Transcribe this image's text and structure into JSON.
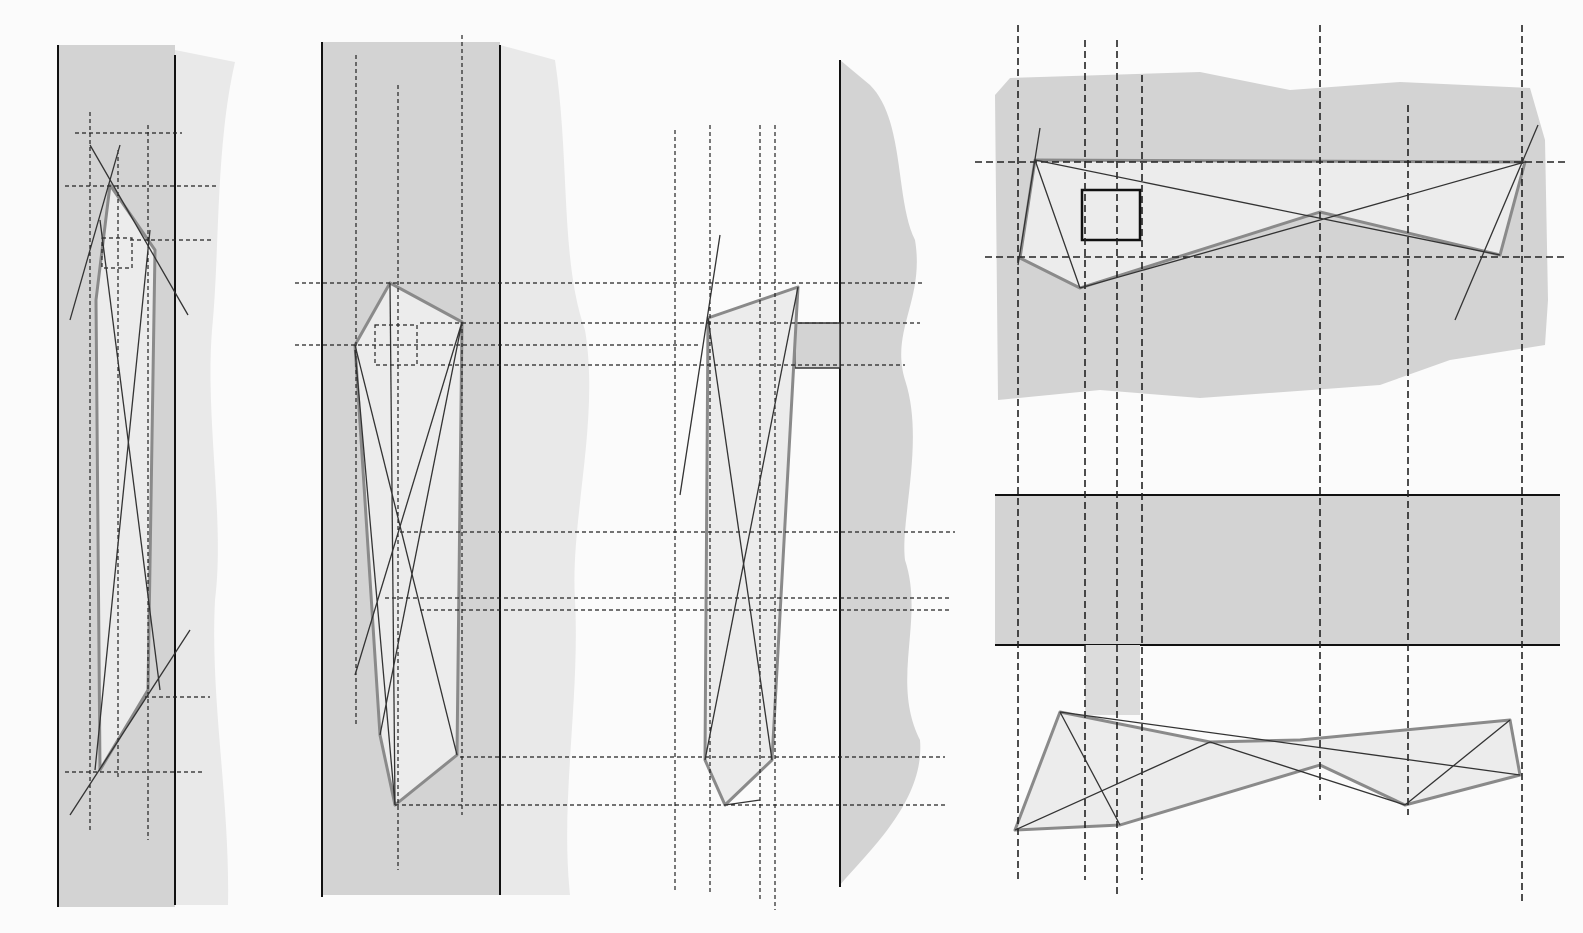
{
  "diagram": {
    "type": "architectural sketch",
    "panels": [
      "plan-view-left",
      "plan-view-middle",
      "elevation-right"
    ],
    "colors": {
      "background": "#fbfbfb",
      "dark_zone": "#d3d3d3",
      "light_zone": "#e9e9e9",
      "shape_fill": "#ececec",
      "outline": "#8a8a8a",
      "ink": "#111111"
    }
  }
}
